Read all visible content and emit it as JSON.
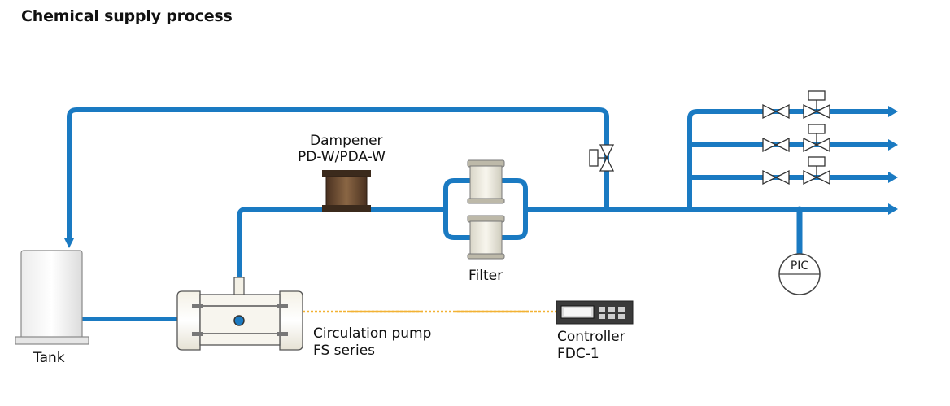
{
  "title": "Chemical supply process",
  "labels": {
    "tank": "Tank",
    "dampener_line1": "Dampener",
    "dampener_line2": "PD-W/PDA-W",
    "filter": "Filter",
    "pump_line1": "Circulation pump",
    "pump_line2": "FS series",
    "controller_line1": "Controller",
    "controller_line2": "FDC-1",
    "pic": "PIC"
  },
  "colors": {
    "pipe": "#1a7ac2",
    "signal_line": "#f2b234",
    "dampener_body": "#6b4a2f"
  },
  "icons": [
    "tank-icon",
    "circulation-pump-icon",
    "dampener-icon",
    "filter-icon",
    "control-valve-icon",
    "manual-valve-icon",
    "pressure-indicator-controller-icon",
    "controller-unit-icon",
    "arrow-right-icon"
  ]
}
